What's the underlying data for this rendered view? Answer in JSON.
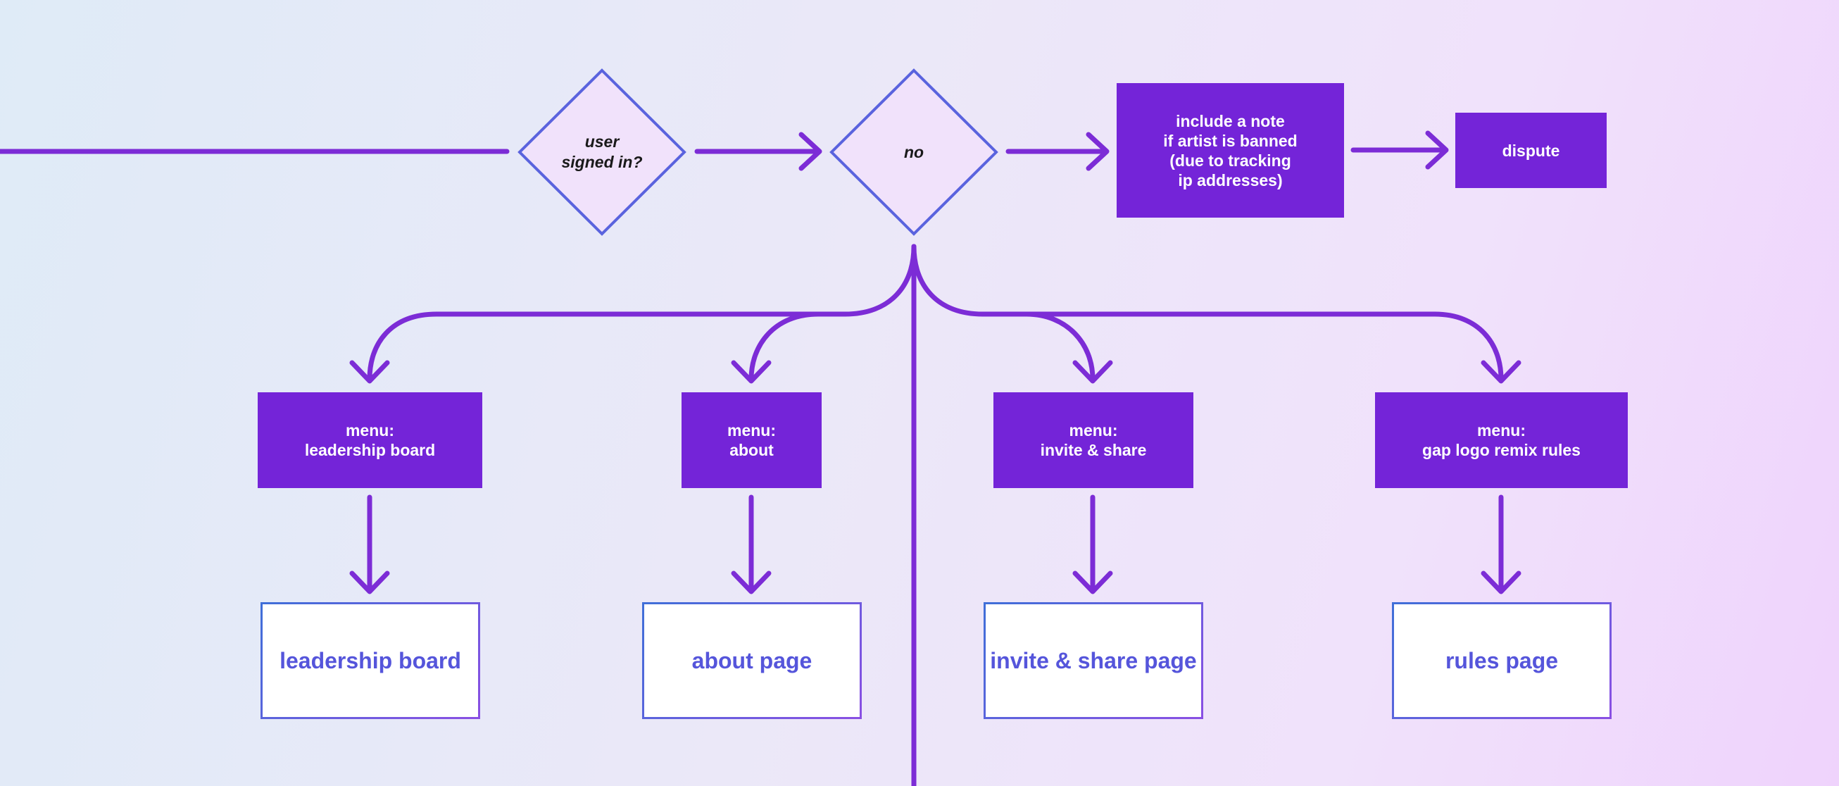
{
  "colors": {
    "line": "#7c2cd6",
    "box_fill": "#7424d8",
    "box_text": "#ffffff",
    "decision_fill": "#f1e2fb",
    "decision_stroke": "#5a63de",
    "page_text": "#5555db"
  },
  "decisions": {
    "signed_in": "user\nsigned in?",
    "no": "no"
  },
  "top_row": {
    "note": "include a note\nif artist is banned\n(due to tracking\nip addresses)",
    "dispute": "dispute"
  },
  "menus": {
    "leadership": "menu:\nleadership board",
    "about": "menu:\nabout",
    "invite": "menu:\ninvite & share",
    "rules": "menu:\ngap logo remix rules"
  },
  "pages": {
    "leadership": "leadership board",
    "about": "about page",
    "invite": "invite & share page",
    "rules": "rules page"
  }
}
